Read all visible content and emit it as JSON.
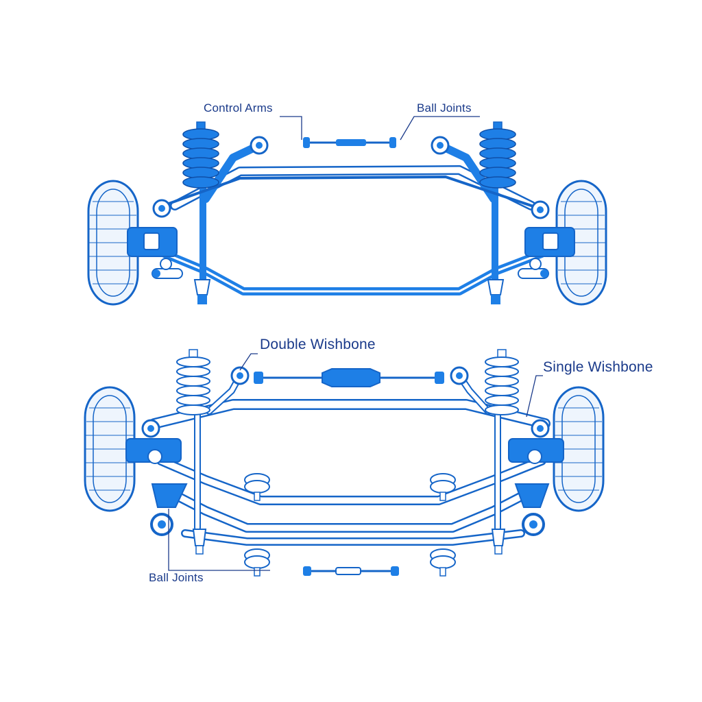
{
  "labels": {
    "control_arms": "Control Arms",
    "ball_joints_top": "Ball Joints",
    "double_wishbone": "Double Wishbone",
    "single_wishbone": "Single Wishbone",
    "ball_joints_bottom": "Ball Joints"
  },
  "colors": {
    "background": "#ffffff",
    "primary_blue": "#1e7fe6",
    "line_blue": "#1565c8",
    "label_navy": "#1a3a8a",
    "tire_fill": "#eef5fd"
  }
}
